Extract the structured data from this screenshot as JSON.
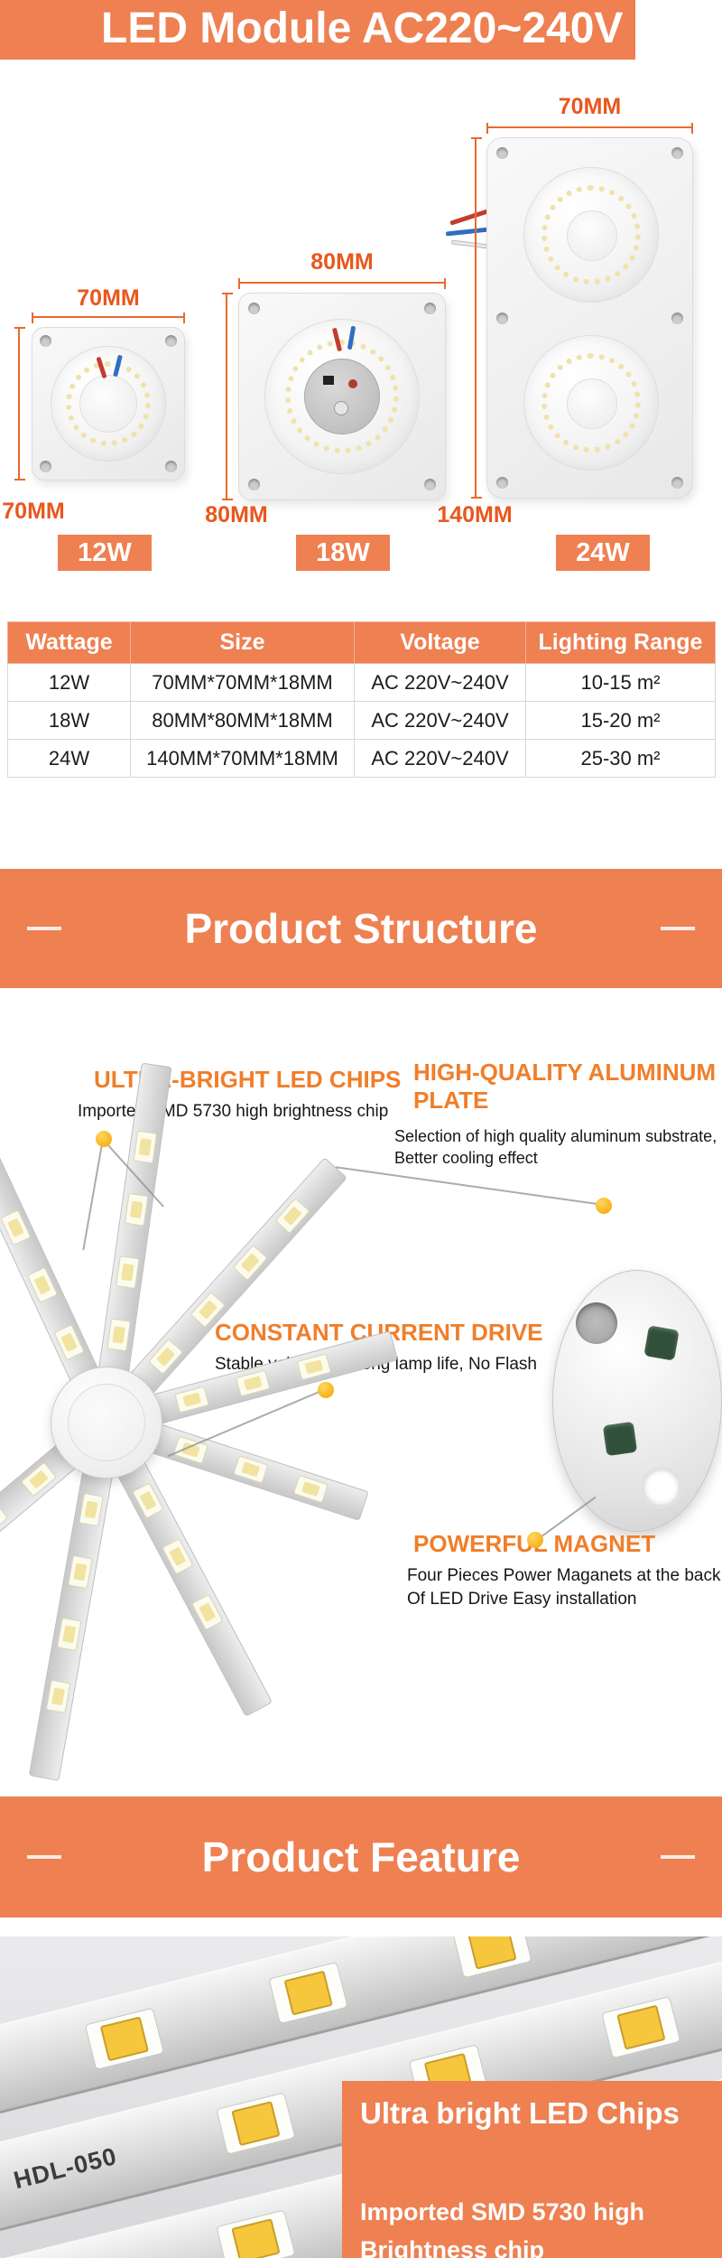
{
  "header": {
    "title": "LED Module AC220~240V"
  },
  "showcase": {
    "modules": [
      {
        "top_dim": "70MM",
        "side_dim": "70MM",
        "badge": "12W"
      },
      {
        "top_dim": "80MM",
        "side_dim": "80MM",
        "badge": "18W"
      },
      {
        "top_dim": "70MM",
        "side_dim": "140MM",
        "badge": "24W"
      }
    ]
  },
  "spec_table": {
    "headers": [
      "Wattage",
      "Size",
      "Voltage",
      "Lighting Range"
    ],
    "rows": [
      [
        "12W",
        "70MM*70MM*18MM",
        "AC 220V~240V",
        "10-15 m²"
      ],
      [
        "18W",
        "80MM*80MM*18MM",
        "AC 220V~240V",
        "15-20 m²"
      ],
      [
        "24W",
        "140MM*70MM*18MM",
        "AC 220V~240V",
        "25-30 m²"
      ]
    ]
  },
  "sections": {
    "structure_title": "Product Structure",
    "feature_title": "Product Feature"
  },
  "structure": {
    "annotations": [
      {
        "heading": "ULTRA-BRIGHT LED CHIPS",
        "body": "Imported SMD 5730 high brightness chip"
      },
      {
        "heading": "HIGH-QUALITY ALUMINUM PLATE",
        "body": "Selection of high quality aluminum substrate, Better cooling effect"
      },
      {
        "heading": "CONSTANT CURRENT DRIVE",
        "body": "Stable voltage, prolong lamp life, No Flash"
      },
      {
        "heading": "POWERFUL MAGNET",
        "body": "Four Pieces Power Maganets at the back Of LED Drive Easy installation"
      }
    ]
  },
  "feature": {
    "strip_label": "HDL-050",
    "callout_title": "Ultra bright LED Chips",
    "callout_body": "Imported SMD 5730 high Brightness chip"
  },
  "colors": {
    "accent_orange": "#EE8052",
    "dimension_orange": "#E8571D",
    "annotation_orange": "#F07E2A",
    "dot_yellow": "#F6A200"
  }
}
